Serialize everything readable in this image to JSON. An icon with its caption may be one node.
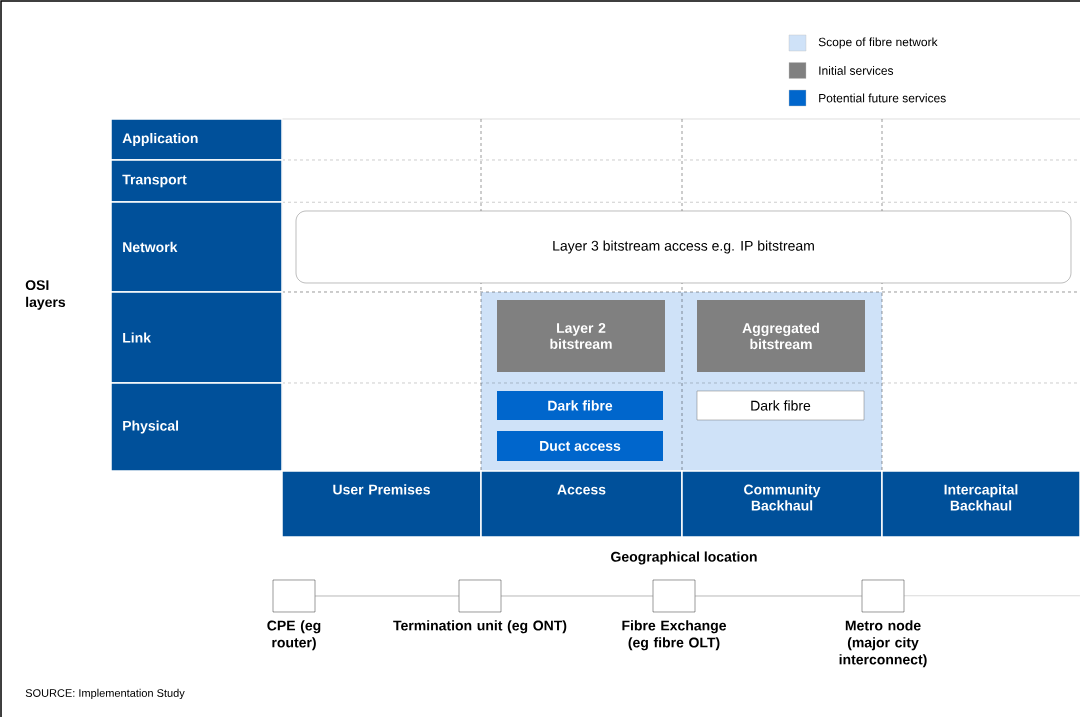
{
  "diagram": {
    "nodes": [
      {
        "text": [
          "Application"
        ]
      },
      {
        "text": [
          "Transport"
        ]
      },
      {
        "text": [
          "Network"
        ]
      },
      {
        "text": [
          "Link"
        ]
      },
      {
        "text": [
          "Physical"
        ]
      },
      {
        "text": [
          "Layer 3 bitstream access e.g. IP bitstream"
        ]
      },
      {
        "text": [
          "Layer 2 bitstream"
        ]
      },
      {
        "text": [
          "Aggregated bitstream"
        ]
      },
      {
        "text": [
          "Dark fibre"
        ]
      },
      {
        "text": [
          "Duct access"
        ]
      },
      {
        "text": [
          "Dark fibre"
        ]
      },
      {
        "text": [
          "User Premises"
        ]
      },
      {
        "text": [
          "Access"
        ]
      },
      {
        "text": [
          "Community Backhaul"
        ]
      },
      {
        "text": [
          "Intercapital Backhaul"
        ]
      },
      {
        "text": [],
        "shape": "box",
        "beside": [
          "CPE (eg router)"
        ]
      },
      {
        "text": [],
        "shape": "box",
        "beside": [
          "Termination unit (eg ONT)"
        ]
      },
      {
        "text": [],
        "shape": "box",
        "beside": [
          "Fibre Exchange (eg fibre OLT)"
        ]
      },
      {
        "text": [],
        "shape": "box",
        "beside": [
          "Metro node (major city interconnect)"
        ]
      }
    ],
    "edges": [
      {
        "from": 15,
        "to": 16,
        "arrow": "none"
      },
      {
        "from": 16,
        "to": 17,
        "arrow": "none"
      },
      {
        "from": 17,
        "to": 18,
        "arrow": "none"
      },
      {
        "from": 18,
        "to": null,
        "arrow": "none"
      }
    ],
    "labels": [
      "OSI layers",
      "Geographical location",
      "SOURCE: Implementation Study"
    ],
    "legend": [
      {
        "text": "Scope of fibre network",
        "color": "#cfe2f8"
      },
      {
        "text": "Initial services",
        "color": "#808080"
      },
      {
        "text": "Potential future services",
        "color": "#0066cc"
      }
    ]
  }
}
